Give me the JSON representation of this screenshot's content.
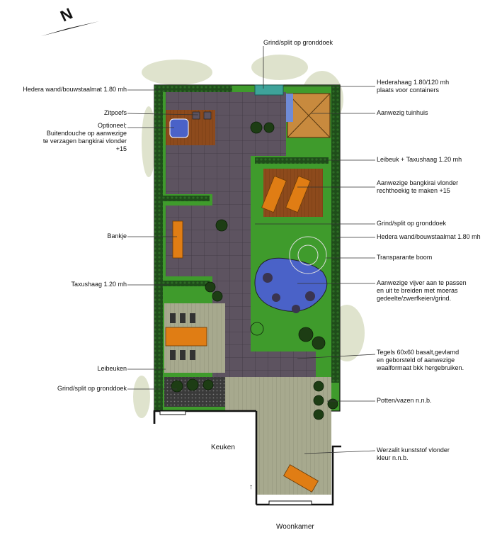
{
  "compass": {
    "letter": "N",
    "icon": "north-arrow-icon"
  },
  "colors": {
    "lawn": "#3f9b2c",
    "tiles": "#5d5360",
    "wood": "#8d4a1c",
    "deck": "#a7a98e",
    "hedge_dark": "#1f4d1a",
    "water": "#4a62c8",
    "lounger": "#e07d14"
  },
  "labels_left": [
    {
      "id": "hedera-left",
      "text": "Hedera wand/bouwstaalmat 1.80 mh"
    },
    {
      "id": "zitpoefs",
      "text": "Zitpoefs"
    },
    {
      "id": "optioneel",
      "text": "Optioneel;\nBuitendouche op aanwezige\nte verzagen bangkirai vlonder\n+15"
    },
    {
      "id": "bankje",
      "text": "Bankje"
    },
    {
      "id": "taxushaag-left",
      "text": "Taxushaag 1.20 mh"
    },
    {
      "id": "leibeuken",
      "text": "Leibeuken"
    },
    {
      "id": "grind-left",
      "text": "Grind/split op gronddoek"
    }
  ],
  "labels_right": [
    {
      "id": "grind-top",
      "text": "Grind/split op gronddoek"
    },
    {
      "id": "hederahaag",
      "text": "Hederahaag 1.80/120 mh\nplaats voor containers"
    },
    {
      "id": "tuinhuis",
      "text": "Aanwezig tuinhuis"
    },
    {
      "id": "leibeuk-taxus",
      "text": "Leibeuk + Taxushaag 1.20 mh"
    },
    {
      "id": "vlonder",
      "text": "Aanwezige bangkirai vlonder\nrechthoekig te maken +15"
    },
    {
      "id": "grind-right",
      "text": "Grind/split op gronddoek"
    },
    {
      "id": "hedera-right",
      "text": "Hedera wand/bouwstaalmat 1.80 mh"
    },
    {
      "id": "boom",
      "text": "Transparante boom"
    },
    {
      "id": "vijver",
      "text": "Aanwezige vijver aan te passen\nen uit te breiden met moeras\ngedeelte/zwerfkeien/grind."
    },
    {
      "id": "tegels",
      "text": "Tegels 60x60 basalt,gevlamd\nen geborsteld of aanwezige\nwaalformaat bkk hergebruiken."
    },
    {
      "id": "potten",
      "text": "Potten/vazen n.n.b."
    },
    {
      "id": "werzalit",
      "text": "Werzalit kunststof vlonder\nkleur n.n.b."
    }
  ],
  "rooms": {
    "keuken": "Keuken",
    "woonkamer": "Woonkamer"
  }
}
